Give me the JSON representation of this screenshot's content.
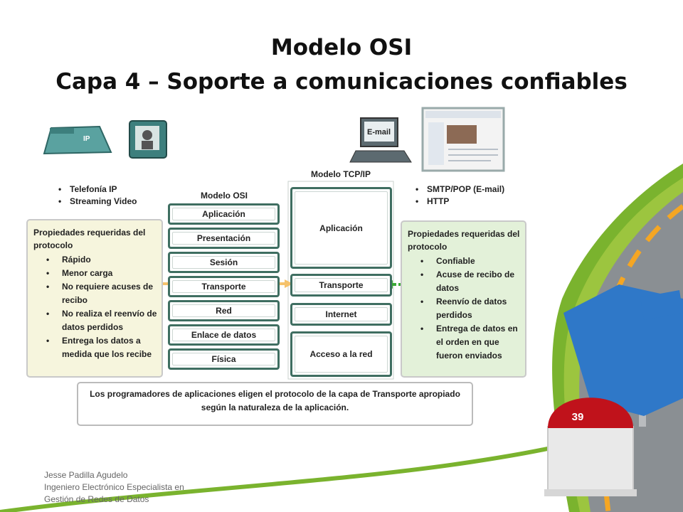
{
  "slide": {
    "title_line1": "Modelo OSI",
    "title_line2": "Capa 4 – Soporte a comunicaciones confiables",
    "page_number": "39"
  },
  "devices": {
    "phone_badge": "IP",
    "email_screen_label": "E-mail"
  },
  "left_apps": [
    "Telefonía IP",
    "Streaming Video"
  ],
  "right_apps": [
    "SMTP/POP (E-mail)",
    "HTTP"
  ],
  "left_panel": {
    "header": "Propiedades requeridas del protocolo",
    "items": [
      "Rápido",
      "Menor carga",
      "No requiere acuses de recibo",
      "No realiza el reenvío de datos perdidos",
      "Entrega los datos a medida que los recibe"
    ]
  },
  "right_panel": {
    "header": "Propiedades requeridas del protocolo",
    "items": [
      "Confiable",
      "Acuse de recibo de datos",
      "Reenvío de datos perdidos",
      "Entrega de datos en el orden en que fueron enviados"
    ]
  },
  "osi": {
    "title": "Modelo OSI",
    "layers": [
      "Aplicación",
      "Presentación",
      "Sesión",
      "Transporte",
      "Red",
      "Enlace de datos",
      "Física"
    ]
  },
  "tcpip": {
    "title": "Modelo TCP/IP",
    "layers": [
      "Aplicación",
      "Transporte",
      "Internet",
      "Acceso a la red"
    ]
  },
  "note": "Los programadores de aplicaciones eligen el protocolo de la capa de Transporte apropiado según la naturaleza de la aplicación.",
  "footer": {
    "line1": "Jesse Padilla Agudelo",
    "line2": "Ingeniero Electrónico Especialista en",
    "line3": "Gestión de Redes de Datos"
  },
  "colors": {
    "road_green": "#7ab32e",
    "road_gray": "#8a8f93",
    "lane_yellow": "#f5a623",
    "sign_blue": "#2f78c8",
    "marker_red": "#c0121b",
    "layer_border": "#3f6e61",
    "arrow_orange": "#f5c26b",
    "arrow_green": "#3aa935"
  }
}
